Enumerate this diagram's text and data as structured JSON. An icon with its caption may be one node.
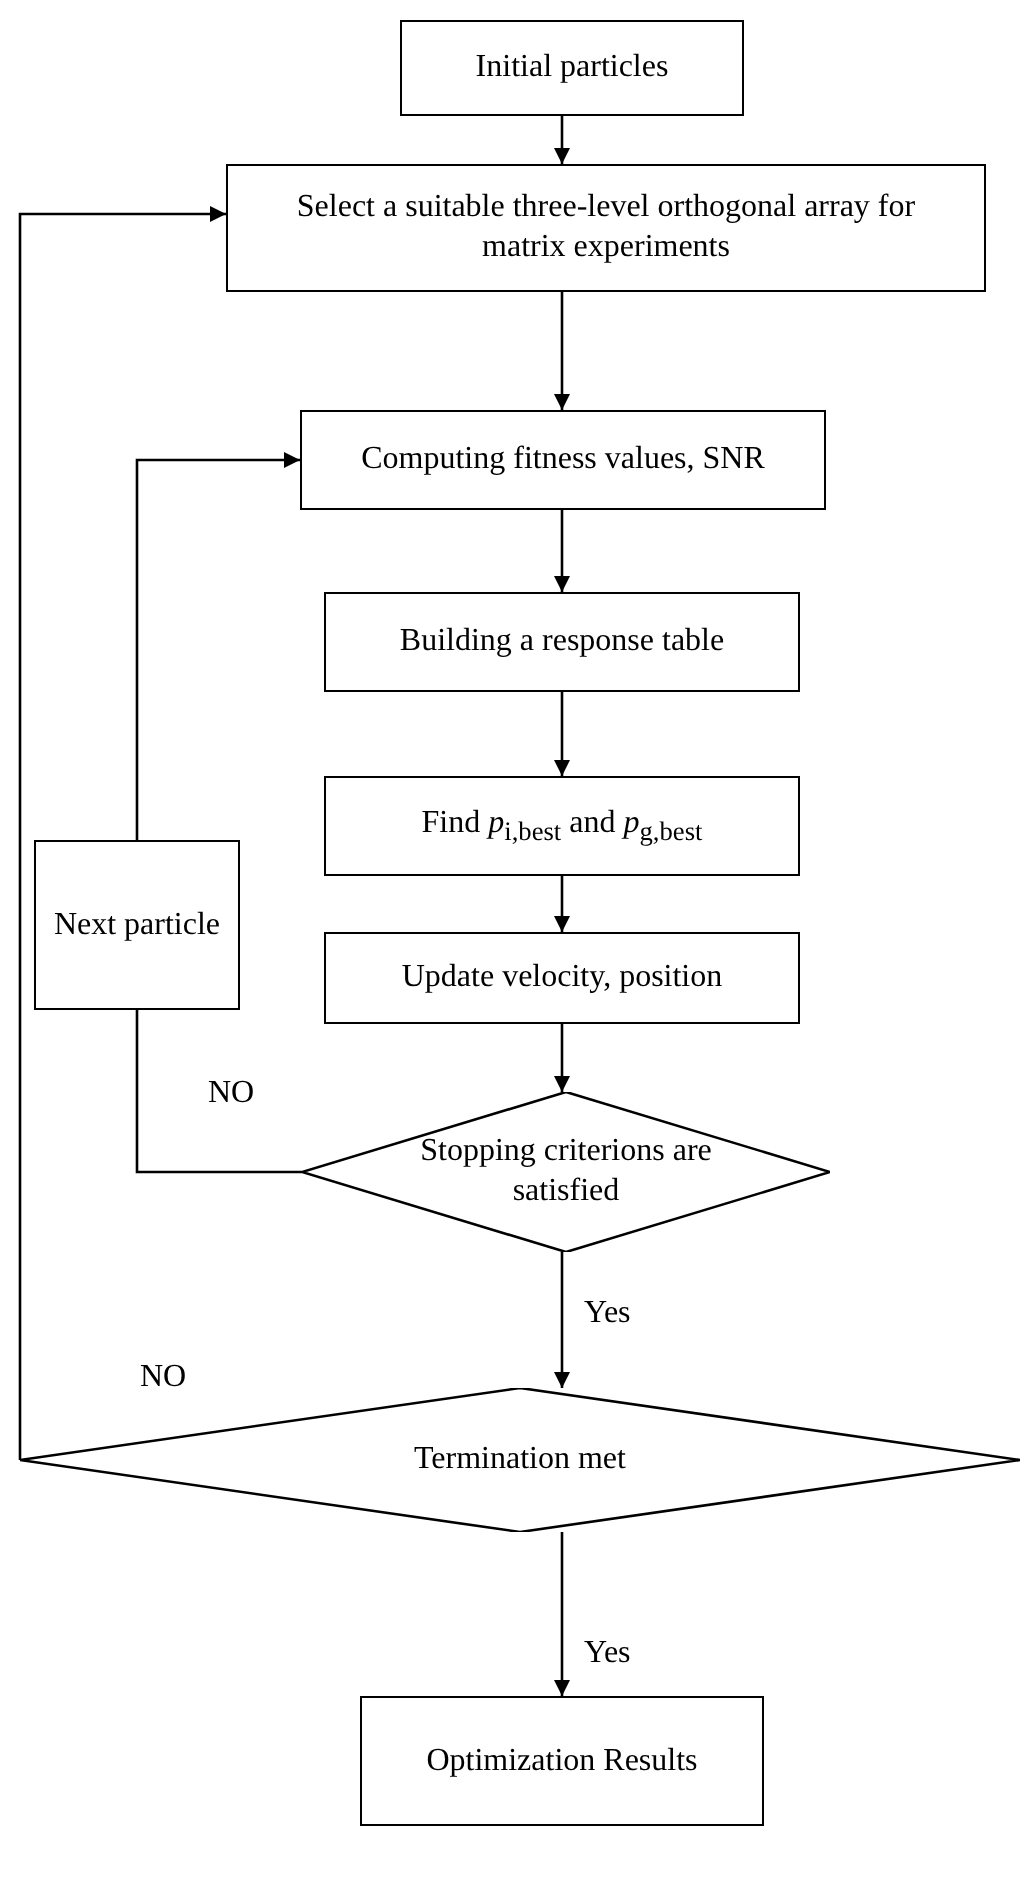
{
  "diagram": {
    "nodes": [
      {
        "text": [
          "Initial particles"
        ]
      },
      {
        "text": [
          "Select a suitable three-level orthogonal array for matrix experiments"
        ]
      },
      {
        "text": [
          "Computing fitness values, SNR"
        ]
      },
      {
        "text": [
          "Building a response table"
        ]
      },
      {
        "text": [
          "Find *p*$_{i,best}$ and *p*$_{g,best}$"
        ]
      },
      {
        "text": [
          "Update velocity, position"
        ]
      },
      {
        "text": [
          "Stopping criterions are satisfied"
        ]
      },
      {
        "text": [
          "Termination met"
        ]
      },
      {
        "text": [
          "Optimization Results"
        ]
      },
      {
        "text": [
          "Next particle"
        ]
      }
    ],
    "edges": [
      {
        "from": 0,
        "to": 1,
        "arrow": "to"
      },
      {
        "from": 1,
        "to": 2,
        "arrow": "to"
      },
      {
        "from": 2,
        "to": 3,
        "arrow": "to"
      },
      {
        "from": 3,
        "to": 4,
        "arrow": "to"
      },
      {
        "from": 4,
        "to": 5,
        "arrow": "to"
      },
      {
        "from": 5,
        "to": 6,
        "arrow": "to"
      },
      {
        "from": 6,
        "to": 7,
        "arrow": "to",
        "label": "Yes"
      },
      {
        "from": 7,
        "to": 8,
        "arrow": "to",
        "label": "Yes"
      },
      {
        "from": 6,
        "to": 9,
        "arrow": "none",
        "label": "NO"
      },
      {
        "from": 9,
        "to": 2,
        "arrow": "to"
      },
      {
        "from": 7,
        "to": 1,
        "arrow": "to",
        "label": "NO"
      }
    ]
  }
}
